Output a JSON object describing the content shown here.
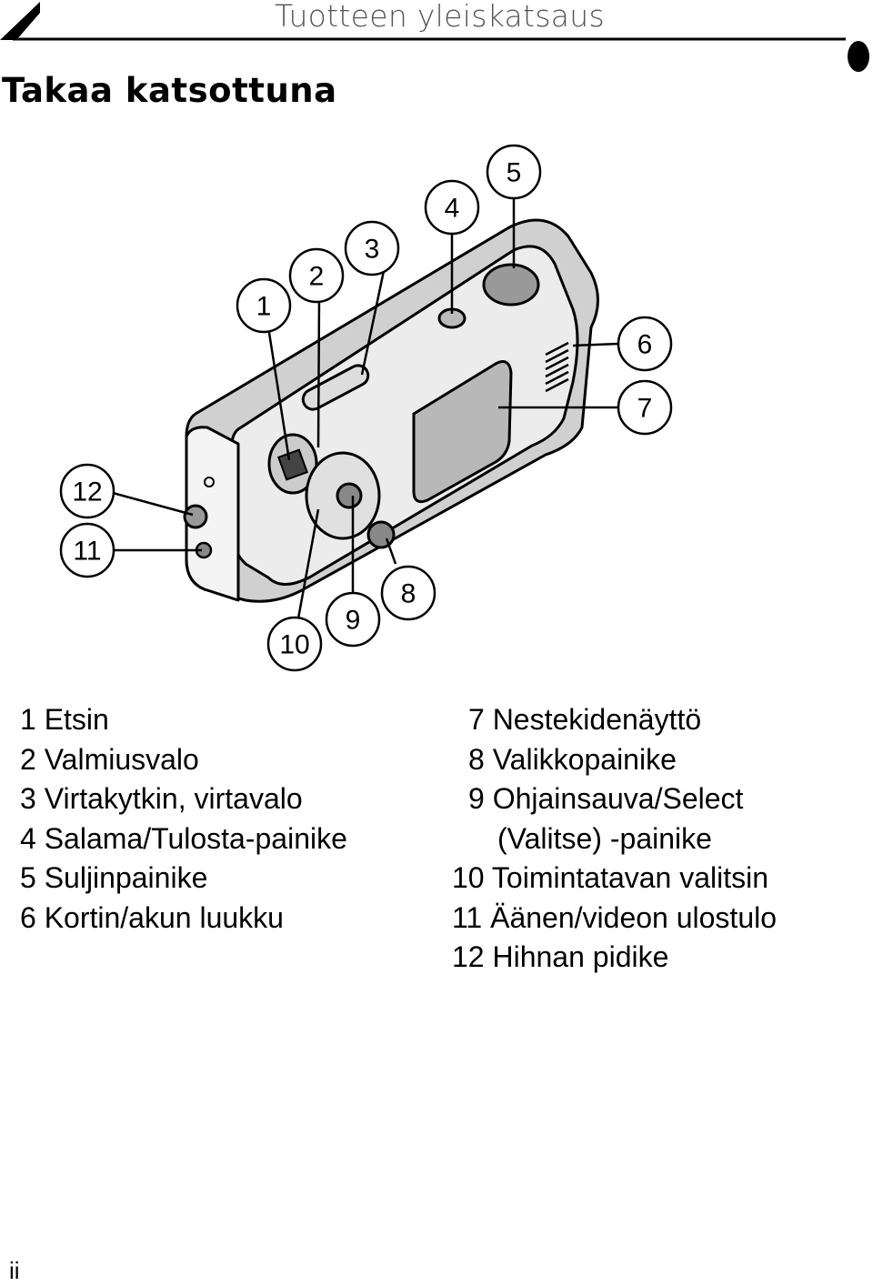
{
  "header": {
    "running_title": "Tuotteen yleiskatsaus",
    "section_title": "Takaa katsottuna"
  },
  "figure": {
    "callouts": [
      "1",
      "2",
      "3",
      "4",
      "5",
      "6",
      "7",
      "8",
      "9",
      "10",
      "11",
      "12"
    ]
  },
  "legend": {
    "left": [
      "1 Etsin",
      "2 Valmiusvalo",
      "3 Virtakytkin, virtavalo",
      "4 Salama/Tulosta-painike",
      "5 Suljinpainike",
      "6 Kortin/akun luukku"
    ],
    "right": [
      "7 Nestekidenäyttö",
      "8 Valikkopainike",
      "9 Ohjainsauva/Select",
      "(Valitse) -painike",
      "10 Toimintatavan valitsin",
      "11 Äänen/videon ulostulo",
      "12 Hihnan pidike"
    ]
  },
  "footer": {
    "page_number": "ii"
  }
}
